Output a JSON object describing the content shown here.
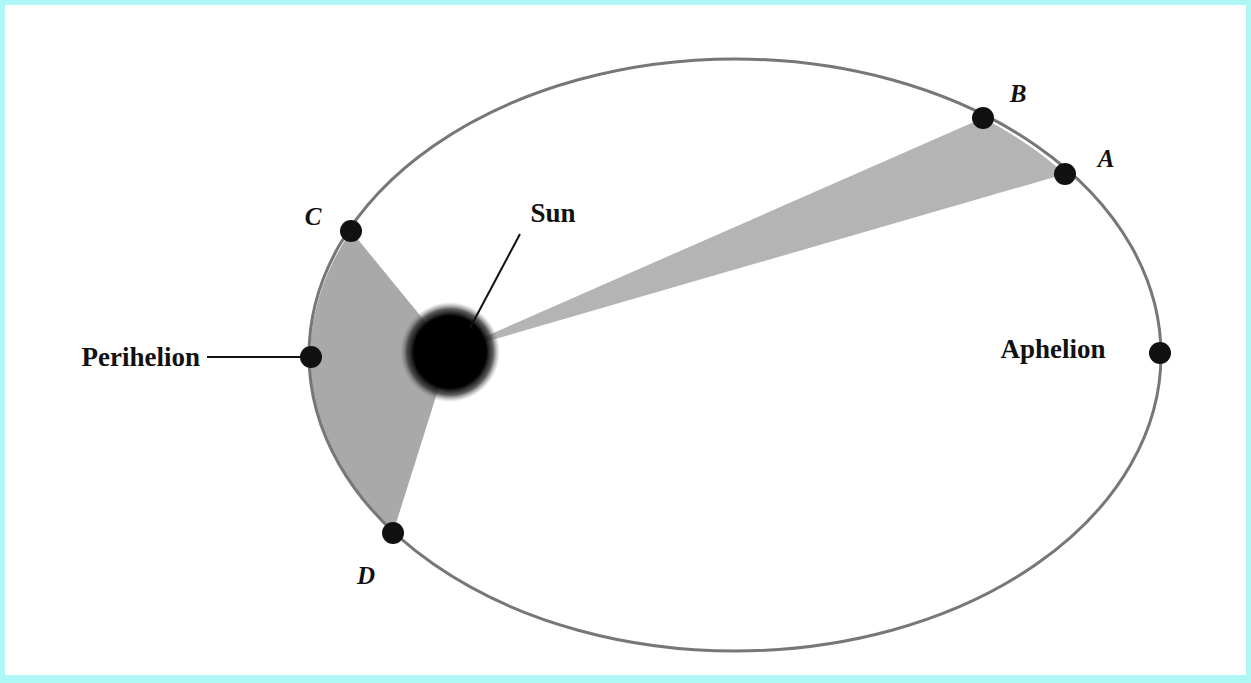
{
  "diagram": {
    "labels": [
      "B",
      "A",
      "C",
      "Sun",
      "Perihelion",
      "Aphelion",
      "D"
    ]
  }
}
